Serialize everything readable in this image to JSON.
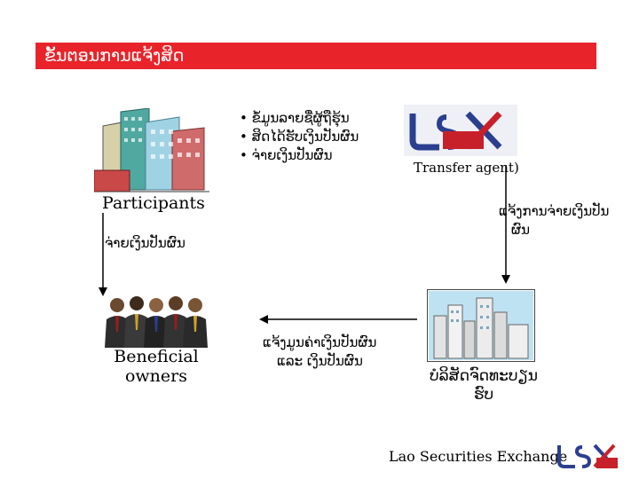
{
  "title": "ຂັ້ນຕອນການແຈ້ງສິດ",
  "participants": {
    "label": "Participants"
  },
  "beneficial_owners": {
    "label_line1": "Beneficial",
    "label_line2": "owners"
  },
  "transfer_agent": {
    "label": "Transfer agent)"
  },
  "bullets": [
    "• ຂໍ້ມູນລາຍຊື່ຜູ້ຖືຮຸ້ນ",
    "• ສິດໄດ້ຮັບເງິນປັນຜົນ",
    "• ຈ່າຍເງິນປັນຜົນ"
  ],
  "notes": {
    "right_top_line1": "ແຈ້ງການຈ່າຍເງິນປັນ",
    "right_top_line2": "ຜົນ",
    "left_middle": "ຈ່າຍເງິນປັນຜົນ",
    "bottom_middle_line1": "ແຈ້ງມູນຄ່າເງິນປັນຜົນ",
    "bottom_middle_line2": "ແລະ ເງິນປັນຜົນ",
    "exchange_caption_line1": "ບໍລິສັດຈົດທະບຽນ",
    "exchange_caption_line2": "ຮົບ"
  },
  "footer": {
    "label": "Lao Securities Exchange"
  },
  "colors": {
    "title_bg": "#e8242a",
    "logo_blue": "#2b3f8f",
    "logo_red": "#c8202a"
  }
}
